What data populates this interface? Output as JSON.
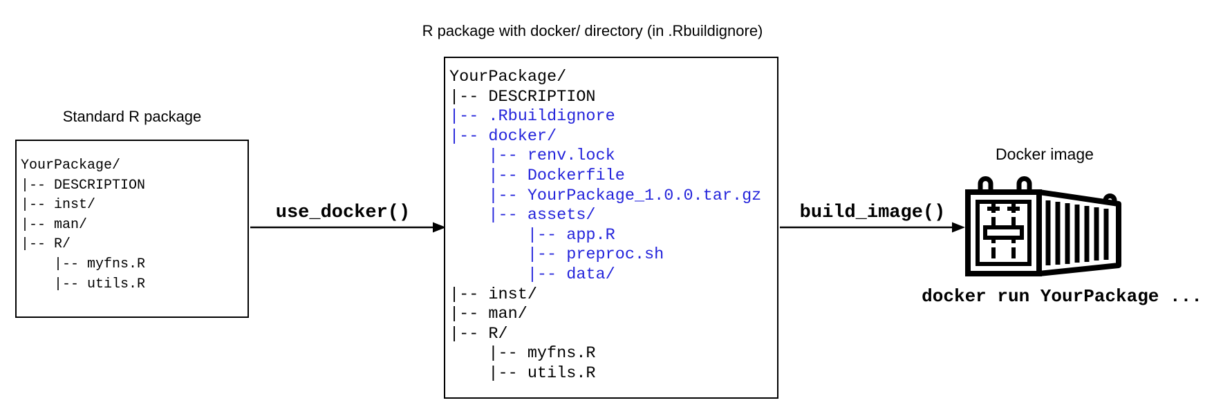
{
  "diagram": {
    "colors": {
      "highlight_blue": "#2424DB",
      "line_black": "#000000"
    },
    "left_box": {
      "title": "Standard R package",
      "tree": [
        {
          "text": "YourPackage/",
          "blue": false
        },
        {
          "text": "|-- DESCRIPTION",
          "blue": false
        },
        {
          "text": "|-- inst/",
          "blue": false
        },
        {
          "text": "|-- man/",
          "blue": false
        },
        {
          "text": "|-- R/",
          "blue": false
        },
        {
          "text": "    |-- myfns.R",
          "blue": false
        },
        {
          "text": "    |-- utils.R",
          "blue": false
        }
      ]
    },
    "middle_box": {
      "title": "R package with docker/ directory (in .Rbuildignore)",
      "tree": [
        {
          "text": "YourPackage/",
          "blue": false
        },
        {
          "text": "|-- DESCRIPTION",
          "blue": false
        },
        {
          "text": "|-- .Rbuildignore",
          "blue": true
        },
        {
          "text": "|-- docker/",
          "blue": true
        },
        {
          "text": "    |-- renv.lock",
          "blue": true
        },
        {
          "text": "    |-- Dockerfile",
          "blue": true
        },
        {
          "text": "    |-- YourPackage_1.0.0.tar.gz",
          "blue": true
        },
        {
          "text": "    |-- assets/",
          "blue": true
        },
        {
          "text": "        |-- app.R",
          "blue": true
        },
        {
          "text": "        |-- preproc.sh",
          "blue": true
        },
        {
          "text": "        |-- data/",
          "blue": true
        },
        {
          "text": "|-- inst/",
          "blue": false
        },
        {
          "text": "|-- man/",
          "blue": false
        },
        {
          "text": "|-- R/",
          "blue": false
        },
        {
          "text": "    |-- myfns.R",
          "blue": false
        },
        {
          "text": "    |-- utils.R",
          "blue": false
        }
      ]
    },
    "arrows": [
      {
        "label": "use_docker()"
      },
      {
        "label": "build_image()"
      }
    ],
    "docker": {
      "title": "Docker image",
      "command": "docker run YourPackage ...",
      "icon": "shipping-container-icon"
    }
  }
}
